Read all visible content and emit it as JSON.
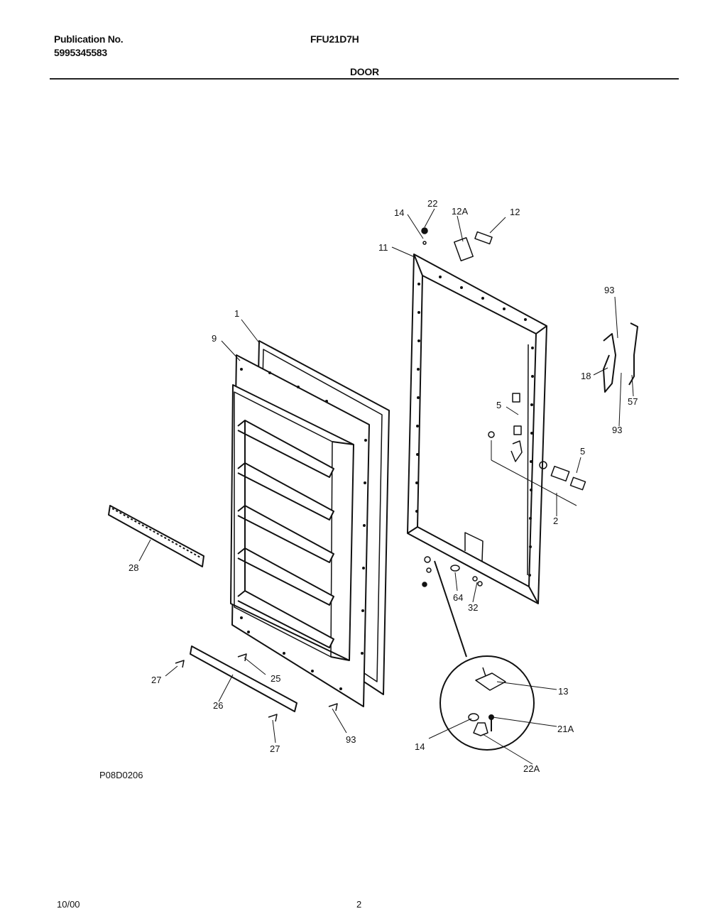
{
  "header": {
    "publication_label": "Publication No.",
    "publication_number": "5995345583",
    "model": "FFU21D7H",
    "section_title": "DOOR"
  },
  "callouts": [
    {
      "id": "c-14-top",
      "label": "14"
    },
    {
      "id": "c-22",
      "label": "22"
    },
    {
      "id": "c-12A",
      "label": "12A"
    },
    {
      "id": "c-12",
      "label": "12"
    },
    {
      "id": "c-11",
      "label": "11"
    },
    {
      "id": "c-1",
      "label": "1"
    },
    {
      "id": "c-9",
      "label": "9"
    },
    {
      "id": "c-93-top",
      "label": "93"
    },
    {
      "id": "c-18",
      "label": "18"
    },
    {
      "id": "c-57",
      "label": "57"
    },
    {
      "id": "c-93-mid",
      "label": "93"
    },
    {
      "id": "c-5-left",
      "label": "5"
    },
    {
      "id": "c-5-right",
      "label": "5"
    },
    {
      "id": "c-2",
      "label": "2"
    },
    {
      "id": "c-28",
      "label": "28"
    },
    {
      "id": "c-64",
      "label": "64"
    },
    {
      "id": "c-32",
      "label": "32"
    },
    {
      "id": "c-27-left",
      "label": "27"
    },
    {
      "id": "c-25",
      "label": "25"
    },
    {
      "id": "c-26",
      "label": "26"
    },
    {
      "id": "c-27-bottom",
      "label": "27"
    },
    {
      "id": "c-93-bottom",
      "label": "93"
    },
    {
      "id": "c-13",
      "label": "13"
    },
    {
      "id": "c-21A",
      "label": "21A"
    },
    {
      "id": "c-14-bottom",
      "label": "14"
    },
    {
      "id": "c-22A",
      "label": "22A"
    }
  ],
  "footer": {
    "drawing_code": "P08D0206",
    "date": "10/00",
    "page_number": "2"
  }
}
